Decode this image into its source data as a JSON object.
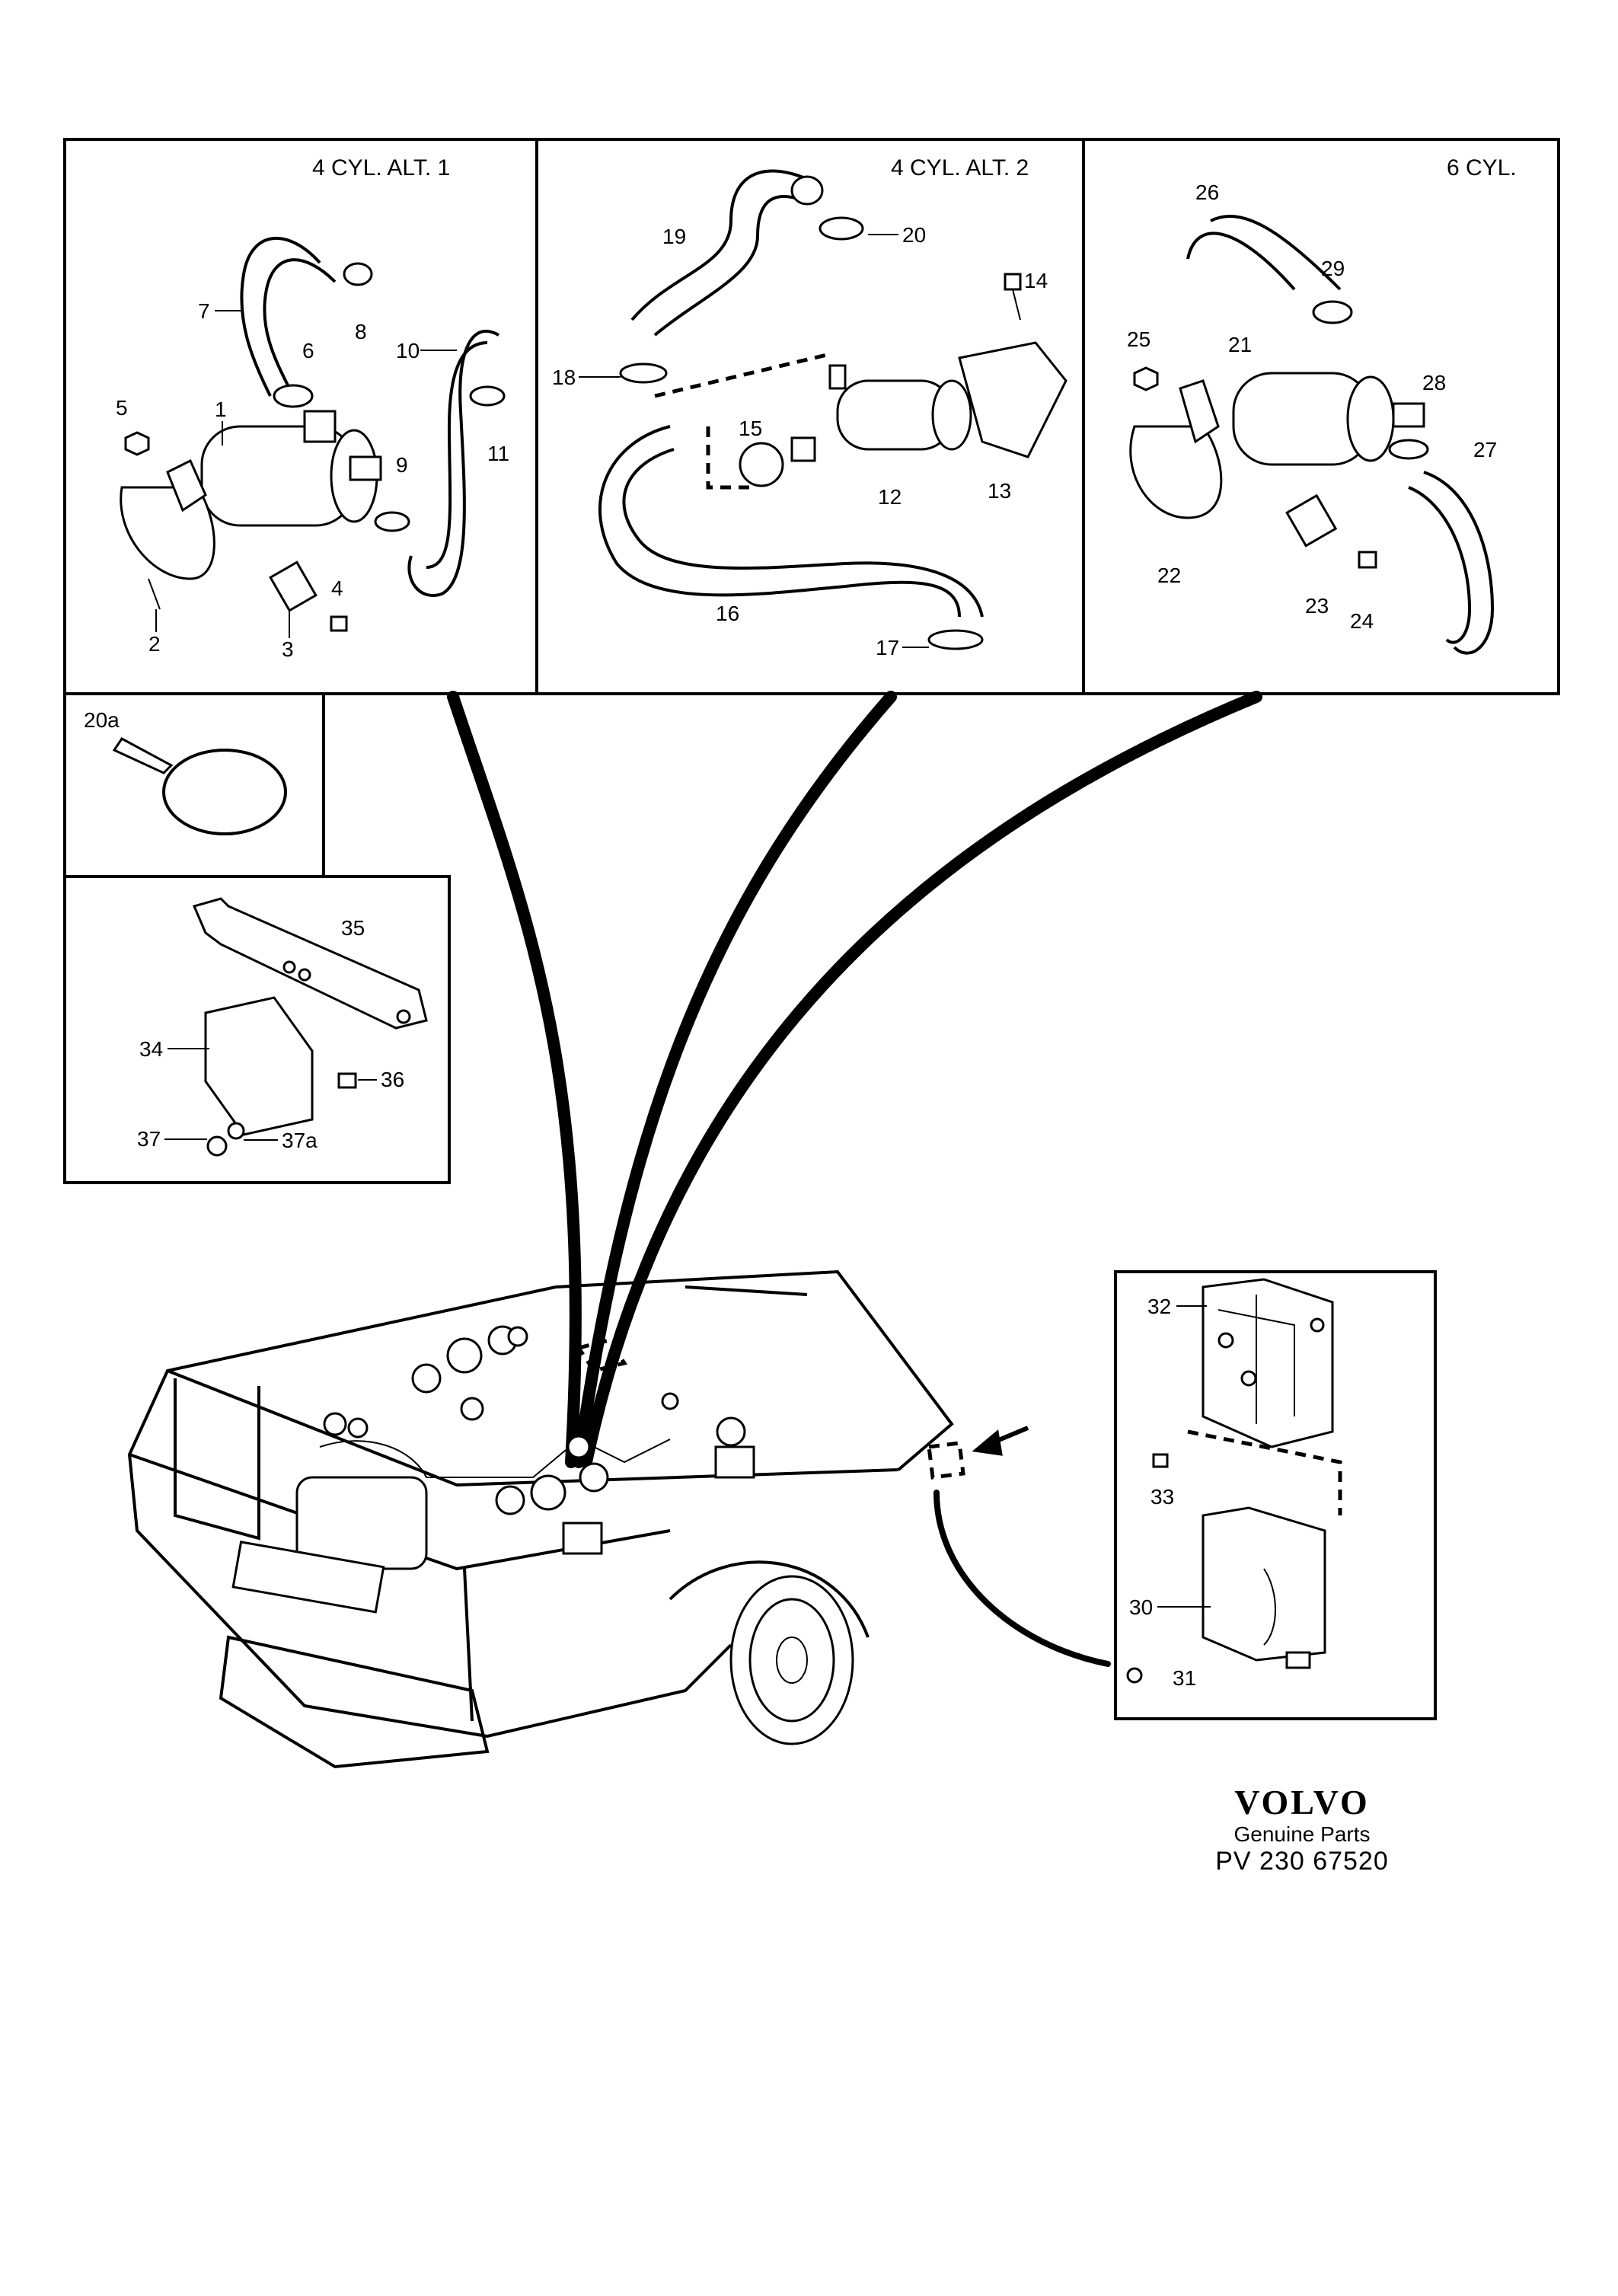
{
  "panels": {
    "alt1_title": "4 CYL. ALT. 1",
    "alt2_title": "4 CYL. ALT. 2",
    "six_title": "6 CYL."
  },
  "callouts": {
    "p1": "1",
    "p2": "2",
    "p3": "3",
    "p4": "4",
    "p5": "5",
    "p6": "6",
    "p7": "7",
    "p8": "8",
    "p9": "9",
    "p10": "10",
    "p11": "11",
    "p12": "12",
    "p13": "13",
    "p14": "14",
    "p15": "15",
    "p16": "16",
    "p17": "17",
    "p18": "18",
    "p19": "19",
    "p20": "20",
    "p20a": "20a",
    "p21": "21",
    "p22": "22",
    "p23": "23",
    "p24": "24",
    "p25": "25",
    "p26": "26",
    "p27": "27",
    "p28": "28",
    "p29": "29",
    "p30": "30",
    "p31": "31",
    "p32": "32",
    "p33": "33",
    "p34": "34",
    "p35": "35",
    "p36": "36",
    "p37": "37",
    "p37a": "37a"
  },
  "brand": {
    "logo": "VOLVO",
    "subtitle": "Genuine Parts",
    "part_number": "PV 230 67520"
  }
}
